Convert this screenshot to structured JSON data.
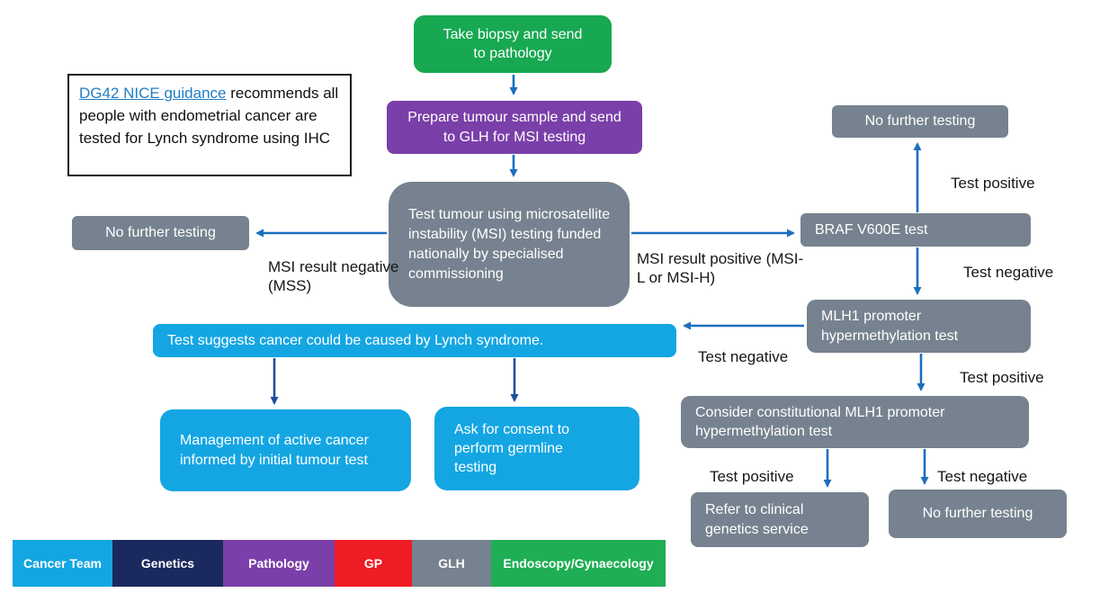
{
  "colors": {
    "arrow": "#1c6fbf",
    "arrow_dark": "#1d4f9b",
    "green": "#17a851",
    "purple": "#7a3fa9",
    "gray": "#76828f",
    "cyan": "#14a6e3",
    "navy": "#1a2a5e",
    "red": "#ee1c24",
    "link_blue": "#1f7ec2"
  },
  "info_box": {
    "link_text": "DG42 NICE guidance",
    "body": "recommends all people with endometrial cancer are tested for Lynch syndrome using IHC"
  },
  "nodes": {
    "biopsy": {
      "text": "Take biopsy and send to pathology",
      "color": "#17a851"
    },
    "prepare": {
      "text": "Prepare tumour sample and send to GLH for MSI testing",
      "color": "#7a3fa9"
    },
    "msi_test": {
      "text": "Test tumour using microsatellite instability (MSI) testing funded nationally by specialised commissioning",
      "color": "#76828f"
    },
    "no_further_left": {
      "text": "No further testing",
      "color": "#76828f"
    },
    "no_further_top": {
      "text": "No further testing",
      "color": "#76828f"
    },
    "braf": {
      "text": "BRAF V600E test",
      "color": "#76828f"
    },
    "mlh1": {
      "text": "MLH1 promoter hypermethylation test",
      "color": "#76828f"
    },
    "lynch_suggest": {
      "text": "Test suggests cancer could be caused by Lynch syndrome.",
      "color": "#14a6e3"
    },
    "management": {
      "text": "Management of active cancer informed by initial tumour test",
      "color": "#14a6e3"
    },
    "consent": {
      "text": "Ask for consent to perform germline testing",
      "color": "#14a6e3"
    },
    "consider": {
      "text": "Consider constitutional MLH1 promoter hypermethylation test",
      "color": "#76828f"
    },
    "refer": {
      "text": "Refer to clinical genetics service",
      "color": "#76828f"
    },
    "no_further_bottom": {
      "text": "No further testing",
      "color": "#76828f"
    }
  },
  "edge_labels": {
    "msi_negative": "MSI result negative (MSS)",
    "msi_positive": "MSI result positive (MSI-L or MSI-H)",
    "test_positive_braf": "Test positive",
    "test_negative_braf": "Test negative",
    "test_negative_mlh1": "Test negative",
    "test_positive_mlh1": "Test positive",
    "test_positive_consider": "Test positive",
    "test_negative_consider": "Test negative"
  },
  "legend": {
    "items": [
      {
        "label": "Cancer Team",
        "color": "#14a6e3"
      },
      {
        "label": "Genetics",
        "color": "#1a2a5e"
      },
      {
        "label": "Pathology",
        "color": "#7a3fa9"
      },
      {
        "label": "GP",
        "color": "#ee1c24"
      },
      {
        "label": "GLH",
        "color": "#76828f"
      },
      {
        "label": "Endoscopy/Gynaecology",
        "color": "#1fae54"
      }
    ]
  }
}
